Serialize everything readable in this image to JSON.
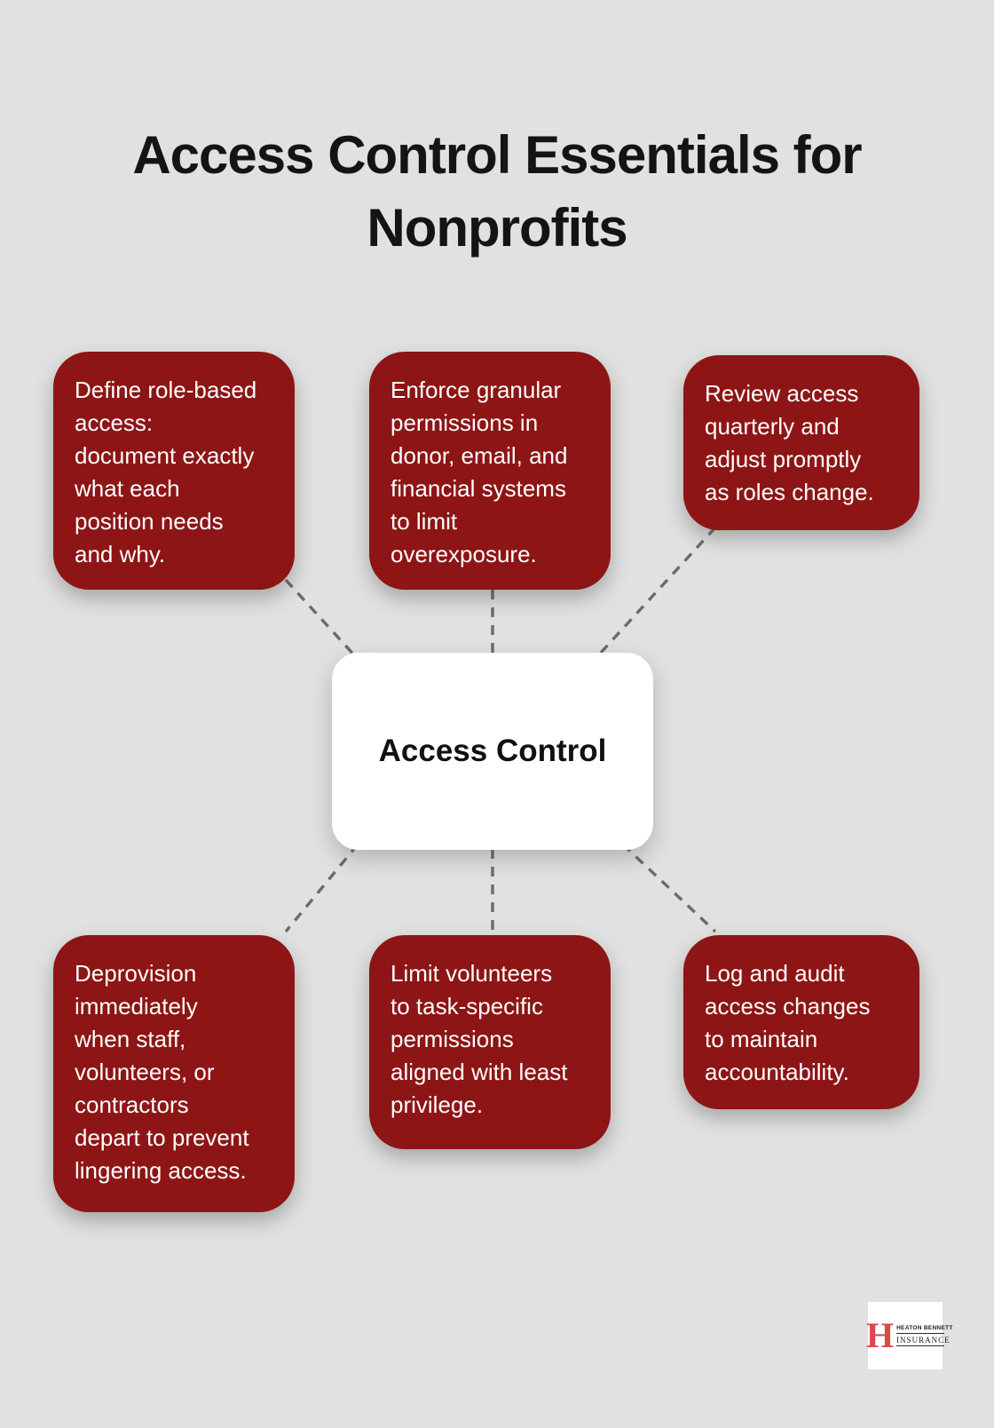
{
  "title": "Access Control Essentials for\nNonprofits",
  "center_node": {
    "label": "Access Control"
  },
  "nodes": [
    {
      "text": "Define role-based\naccess:\ndocument exactly\nwhat each\nposition needs\nand why."
    },
    {
      "text": "Enforce granular\npermissions in\ndonor, email, and\nfinancial systems\nto limit\noverexposure."
    },
    {
      "text": "Review access\nquarterly and\nadjust promptly\nas roles change."
    },
    {
      "text": "Deprovision\nimmediately\nwhen staff,\nvolunteers, or\ncontractors\ndepart to prevent\nlingering access."
    },
    {
      "text": "Limit volunteers\nto task-specific\npermissions\naligned with least\nprivilege."
    },
    {
      "text": "Log and audit\naccess changes\nto maintain\naccountability."
    }
  ],
  "logo": {
    "monogram": "H",
    "name_line": "HEATON BENNETT",
    "type_line": "INSURANCE"
  },
  "colors": {
    "background": "#e0e1e0",
    "node_fill": "#8d1515",
    "node_text": "#ffffff",
    "center_fill": "#ffffff",
    "center_text": "#111111",
    "title_text": "#141414",
    "connector": "#6b6b6b",
    "logo_monogram_red": "#d64a4a"
  }
}
